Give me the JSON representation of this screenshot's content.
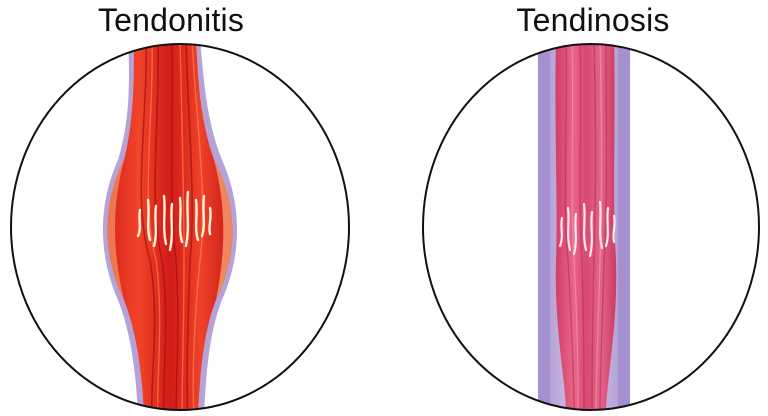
{
  "panels": [
    {
      "title": "Tendonitis",
      "description": "Inflamed, swollen tendon with frayed fibers at center",
      "colors": {
        "tendon": "#e2301f",
        "tendon_dark": "#b8181a",
        "highlight": "#f7a36a",
        "sheath": "#b9a3d8",
        "fiber_tears": "#fff3d6"
      }
    },
    {
      "title": "Tendinosis",
      "description": "Degenerated tendon with disorganized fibers, no swelling",
      "colors": {
        "tendon": "#d94a70",
        "tendon_dark": "#c23a60",
        "highlight": "#f08aa6",
        "sheath": "#b6a0d6",
        "fiber_tears": "#ffe8ee"
      }
    }
  ],
  "outline_color": "#111111"
}
